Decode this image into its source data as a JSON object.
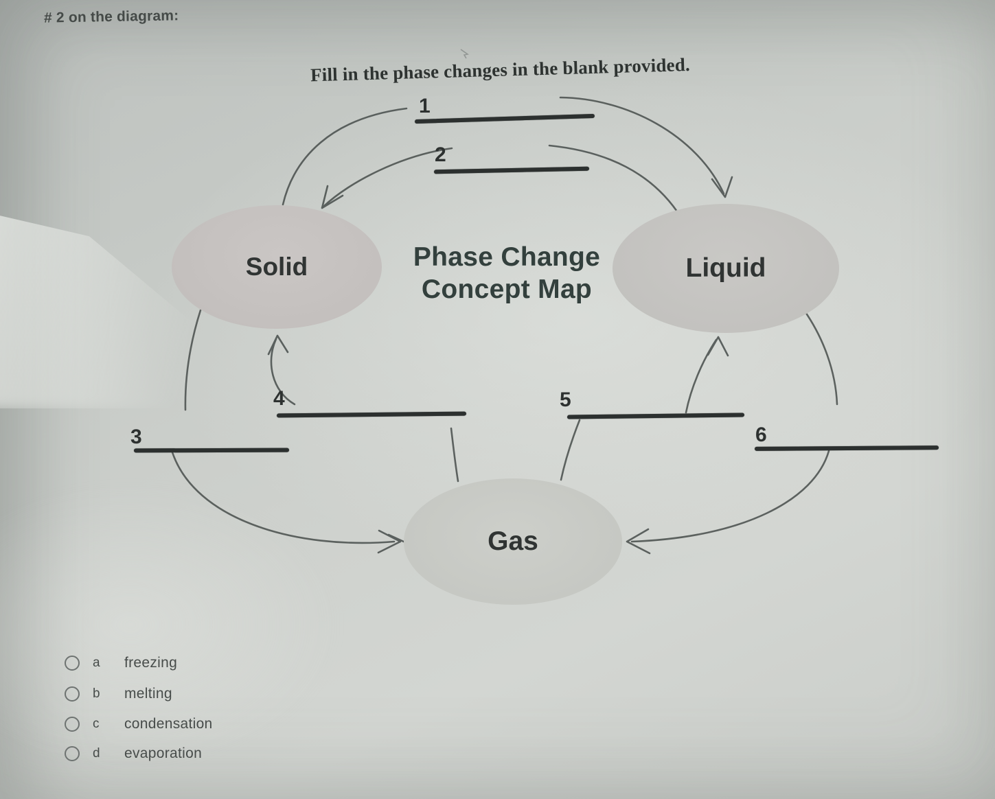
{
  "page": {
    "question_header": "# 2 on the diagram:",
    "instruction": "Fill in the phase changes in the blank provided."
  },
  "diagram": {
    "title_line1": "Phase Change",
    "title_line2": "Concept Map",
    "nodes": [
      {
        "id": "solid",
        "label": "Solid"
      },
      {
        "id": "liquid",
        "label": "Liquid"
      },
      {
        "id": "gas",
        "label": "Gas"
      }
    ],
    "blanks": [
      {
        "number": "1",
        "from": "Solid",
        "to": "Liquid"
      },
      {
        "number": "2",
        "from": "Liquid",
        "to": "Solid"
      },
      {
        "number": "3",
        "from": "Solid",
        "to": "Gas"
      },
      {
        "number": "4",
        "from": "Gas",
        "to": "Solid"
      },
      {
        "number": "5",
        "from": "Gas",
        "to": "Liquid"
      },
      {
        "number": "6",
        "from": "Liquid",
        "to": "Gas"
      }
    ]
  },
  "options": [
    {
      "key": "a",
      "label": "freezing",
      "selected": false
    },
    {
      "key": "b",
      "label": "melting",
      "selected": false
    },
    {
      "key": "c",
      "label": "condensation",
      "selected": false
    },
    {
      "key": "d",
      "label": "evaporation",
      "selected": false
    }
  ],
  "colors": {
    "background": "#cbcfcb",
    "ellipse_fill": "#c4c3c0",
    "line_ink": "#2c302f",
    "arc_ink": "#4b514f",
    "text_ink": "#33403d"
  }
}
